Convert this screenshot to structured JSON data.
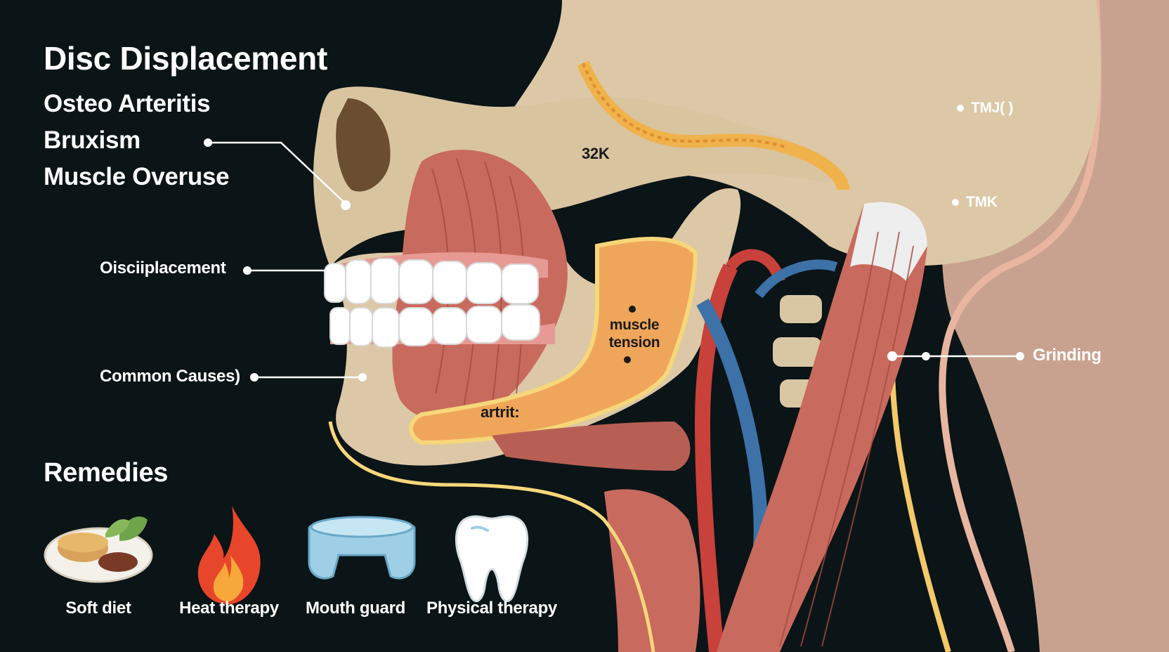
{
  "title": "Disc Displacement",
  "causes": [
    "Osteo Arteritis",
    "Bruxism",
    "Muscle Overuse"
  ],
  "labels": {
    "disc_left": "Oisciiplacement",
    "common_causes": "Common Causes)",
    "tmj": "TMJ( )",
    "tmk": "TMK",
    "grinding": "Grinding",
    "code_32k": "32K",
    "muscle_tension": "muscle tension",
    "arthritis": "artrit:"
  },
  "remedies": {
    "heading": "Remedies",
    "items": [
      {
        "label": "Soft diet",
        "icon": "soft-diet-icon"
      },
      {
        "label": "Heat therapy",
        "icon": "flame-icon"
      },
      {
        "label": "Mouth guard",
        "icon": "mouth-guard-icon"
      },
      {
        "label": "Physical therapy",
        "icon": "tooth-icon"
      }
    ]
  },
  "colors": {
    "background": "#0b1416",
    "bone": "#dcc8a6",
    "muscle": "#c96a5e",
    "disc": "#f0a65a",
    "artery": "#c8413a",
    "vein": "#3c72a8",
    "nerve": "#f3c96a"
  }
}
